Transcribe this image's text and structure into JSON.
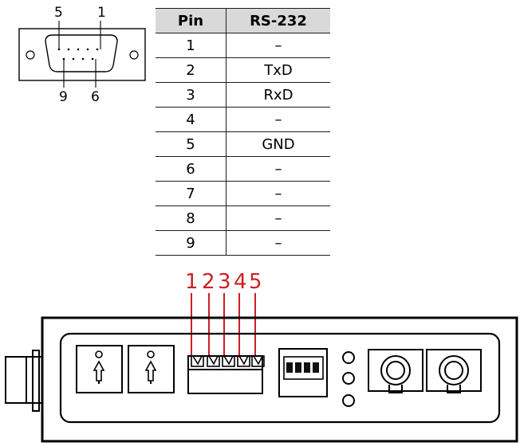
{
  "connector": {
    "top_left_label": "5",
    "top_right_label": "1",
    "bottom_left_label": "9",
    "bottom_right_label": "6"
  },
  "table": {
    "headers": [
      "Pin",
      "RS-232"
    ],
    "rows": [
      {
        "pin": "1",
        "signal": "–"
      },
      {
        "pin": "2",
        "signal": "TxD"
      },
      {
        "pin": "3",
        "signal": "RxD"
      },
      {
        "pin": "4",
        "signal": "–"
      },
      {
        "pin": "5",
        "signal": "GND"
      },
      {
        "pin": "6",
        "signal": "–"
      },
      {
        "pin": "7",
        "signal": "–"
      },
      {
        "pin": "8",
        "signal": "–"
      },
      {
        "pin": "9",
        "signal": "–"
      }
    ]
  },
  "terminal_labels": [
    "1",
    "2",
    "3",
    "4",
    "5"
  ],
  "colors": {
    "label_red": "#cc1f24",
    "line": "#000000",
    "header_bg": "#d9d9d9"
  }
}
